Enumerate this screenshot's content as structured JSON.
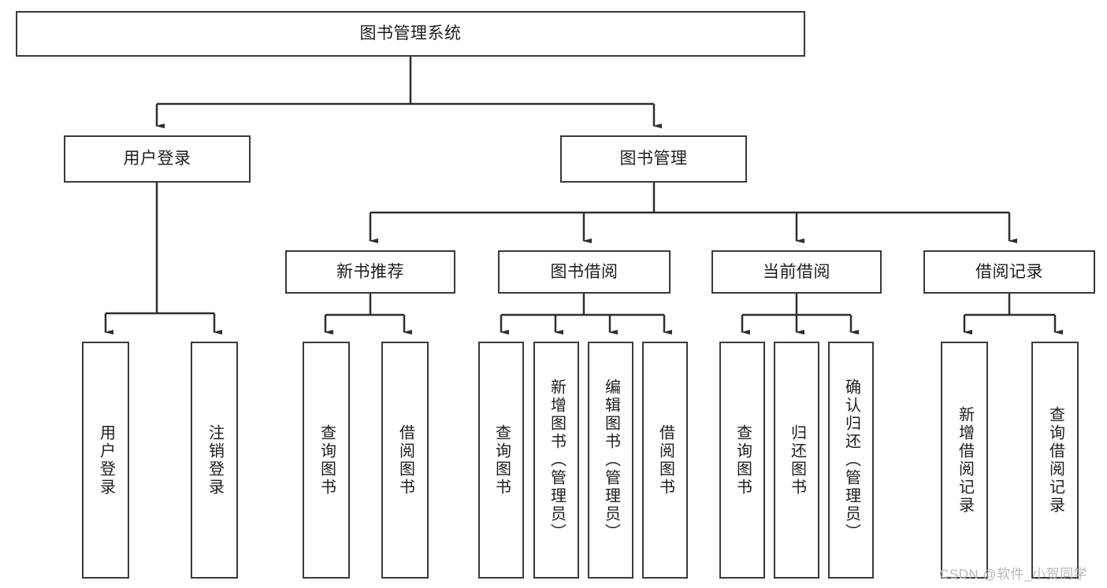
{
  "diagram": {
    "title": "图书管理系统",
    "type": "tree-hierarchy",
    "root": {
      "label": "图书管理系统"
    },
    "level2": [
      {
        "label": "用户登录"
      },
      {
        "label": "图书管理"
      }
    ],
    "level3": [
      {
        "label": "新书推荐",
        "parent": "图书管理"
      },
      {
        "label": "图书借阅",
        "parent": "图书管理"
      },
      {
        "label": "当前借阅",
        "parent": "图书管理"
      },
      {
        "label": "借阅记录",
        "parent": "图书管理"
      }
    ],
    "leaves": {
      "user_login": [
        {
          "label": "用户登录"
        },
        {
          "label": "注销登录"
        }
      ],
      "new_book_recommend": [
        {
          "label": "查询图书"
        },
        {
          "label": "借阅图书"
        }
      ],
      "book_borrow": [
        {
          "label": "查询图书"
        },
        {
          "label": "新增图书（管理员）"
        },
        {
          "label": "编辑图书（管理员）"
        },
        {
          "label": "借阅图书"
        }
      ],
      "current_borrow": [
        {
          "label": "查询图书"
        },
        {
          "label": "归还图书"
        },
        {
          "label": "确认归还（管理员）"
        }
      ],
      "borrow_record": [
        {
          "label": "新增借阅记录"
        },
        {
          "label": "查询借阅记录"
        }
      ]
    }
  },
  "watermark": {
    "text": "CSDN @软件_小贺同学"
  },
  "colors": {
    "stroke": "#3a3a3a",
    "box_fill": "#ffffff",
    "text": "#1d1d1d",
    "watermark": "#b8b8b8"
  }
}
